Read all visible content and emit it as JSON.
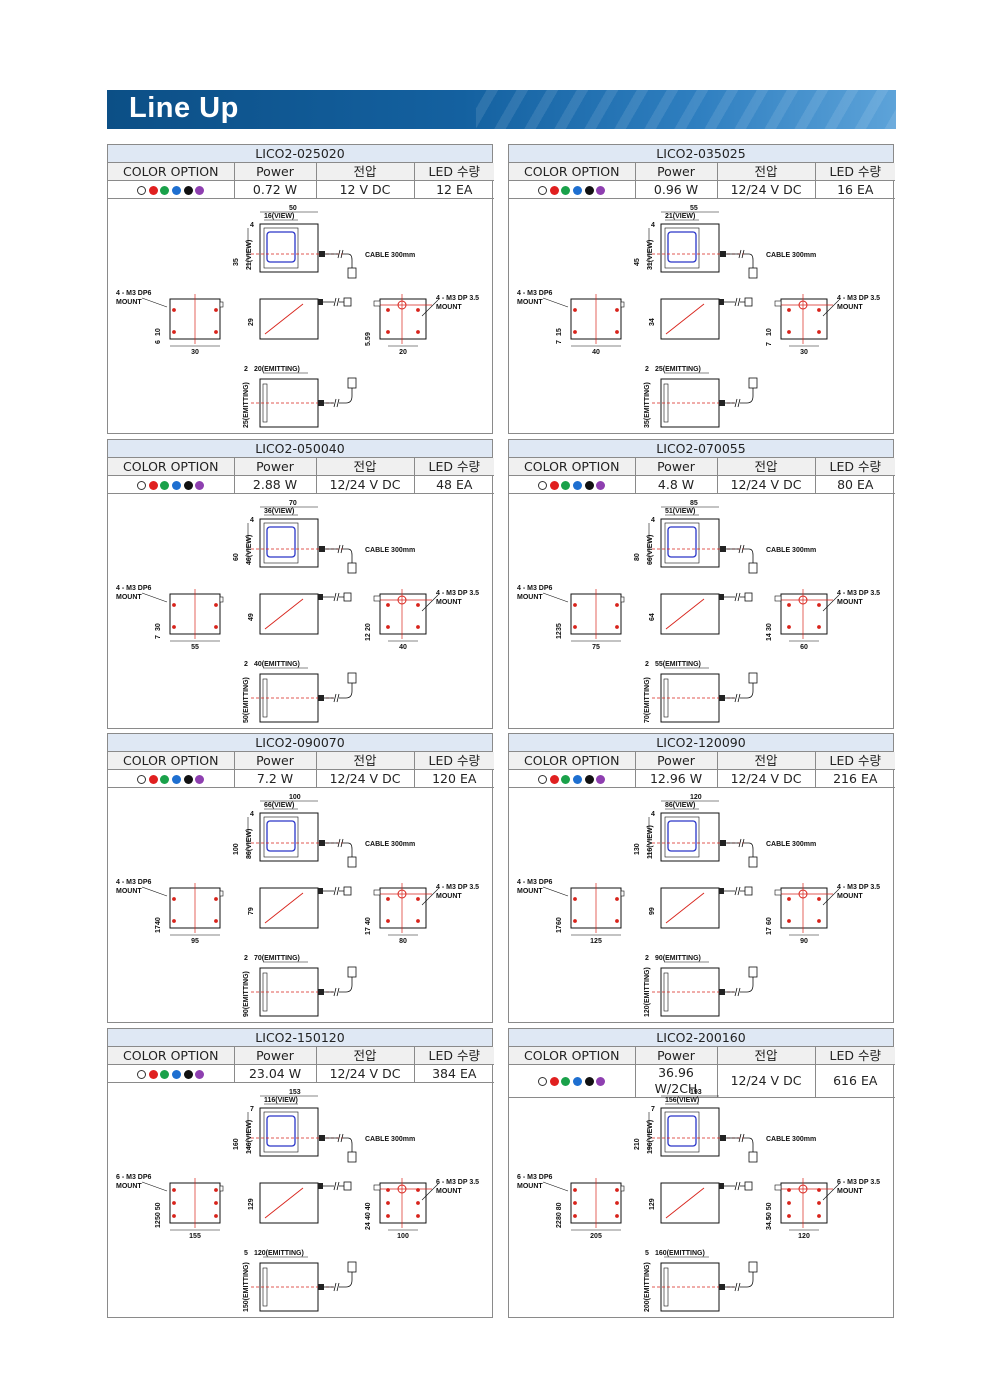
{
  "header": {
    "title": "Line Up"
  },
  "table_headers": {
    "color": "COLOR OPTION",
    "power": "Power",
    "voltage": "전압",
    "led": "LED 수량"
  },
  "drawing_labels": {
    "cable": "CABLE 300mm"
  },
  "color_options": [
    "#ffffff",
    "#e02020",
    "#1aa14a",
    "#1e6fd0",
    "#111111",
    "#8e3fb0"
  ],
  "products": [
    {
      "model": "LICO2-025020",
      "power": "0.72 W",
      "voltage": "12 V DC",
      "led": "12 EA",
      "dims": {
        "width": "50",
        "view": "16(VIEW)",
        "lip": "4",
        "h_total": "35",
        "h_view": "21(VIEW)",
        "mount_left": "4 - M3 DP6\nMOUNT",
        "mount_right": "4 - M3 DP 3.5\nMOUNT",
        "side_w": "30",
        "side_a": "10",
        "side_b": "6",
        "body_h": "29",
        "back_w": "20",
        "back_a": "9",
        "back_b": "5.5",
        "emit_w": "20(EMITTING)",
        "emit_lip": "2",
        "emit_h": "25(EMITTING)"
      }
    },
    {
      "model": "LICO2-035025",
      "power": "0.96 W",
      "voltage": "12/24 V DC",
      "led": "16 EA",
      "dims": {
        "width": "55",
        "view": "21(VIEW)",
        "lip": "4",
        "h_total": "45",
        "h_view": "31(VIEW)",
        "mount_left": "4 - M3 DP6\nMOUNT",
        "mount_right": "4 - M3 DP 3.5\nMOUNT",
        "side_w": "40",
        "side_a": "15",
        "side_b": "7",
        "body_h": "34",
        "back_w": "30",
        "back_a": "10",
        "back_b": "7",
        "emit_w": "25(EMITTING)",
        "emit_lip": "2",
        "emit_h": "35(EMITTING)"
      }
    },
    {
      "model": "LICO2-050040",
      "power": "2.88 W",
      "voltage": "12/24 V DC",
      "led": "48 EA",
      "dims": {
        "width": "70",
        "view": "36(VIEW)",
        "lip": "4",
        "h_total": "60",
        "h_view": "46(VIEW)",
        "mount_left": "4 - M3 DP6\nMOUNT",
        "mount_right": "4 - M3 DP 3.5\nMOUNT",
        "side_w": "55",
        "side_a": "30",
        "side_b": "7",
        "body_h": "49",
        "back_w": "40",
        "back_a": "20",
        "back_b": "12",
        "emit_w": "40(EMITTING)",
        "emit_lip": "2",
        "emit_h": "50(EMITTING)"
      }
    },
    {
      "model": "LICO2-070055",
      "power": "4.8 W",
      "voltage": "12/24 V DC",
      "led": "80 EA",
      "dims": {
        "width": "85",
        "view": "51(VIEW)",
        "lip": "4",
        "h_total": "80",
        "h_view": "66(VIEW)",
        "mount_left": "4 - M3 DP6\nMOUNT",
        "mount_right": "4 - M3 DP 3.5\nMOUNT",
        "side_w": "75",
        "side_a": "35",
        "side_b": "12",
        "body_h": "64",
        "back_w": "60",
        "back_a": "30",
        "back_b": "14",
        "emit_w": "55(EMITTING)",
        "emit_lip": "2",
        "emit_h": "70(EMITTING)"
      }
    },
    {
      "model": "LICO2-090070",
      "power": "7.2 W",
      "voltage": "12/24 V DC",
      "led": "120 EA",
      "dims": {
        "width": "100",
        "view": "66(VIEW)",
        "lip": "4",
        "h_total": "100",
        "h_view": "86(VIEW)",
        "mount_left": "4 - M3 DP6\nMOUNT",
        "mount_right": "4 - M3 DP 3.5\nMOUNT",
        "side_w": "95",
        "side_a": "40",
        "side_b": "17",
        "body_h": "79",
        "back_w": "80",
        "back_a": "40",
        "back_b": "17",
        "emit_w": "70(EMITTING)",
        "emit_lip": "2",
        "emit_h": "90(EMITTING)"
      }
    },
    {
      "model": "LICO2-120090",
      "power": "12.96 W",
      "voltage": "12/24 V DC",
      "led": "216 EA",
      "dims": {
        "width": "120",
        "view": "86(VIEW)",
        "lip": "4",
        "h_total": "130",
        "h_view": "116(VIEW)",
        "mount_left": "4 - M3 DP6\nMOUNT",
        "mount_right": "4 - M3 DP 3.5\nMOUNT",
        "side_w": "125",
        "side_a": "60",
        "side_b": "17",
        "body_h": "99",
        "back_w": "90",
        "back_a": "60",
        "back_b": "17",
        "emit_w": "90(EMITTING)",
        "emit_lip": "2",
        "emit_h": "120(EMITTING)"
      }
    },
    {
      "model": "LICO2-150120",
      "power": "23.04 W",
      "voltage": "12/24 V DC",
      "led": "384 EA",
      "dims": {
        "width": "153",
        "view": "116(VIEW)",
        "lip": "7",
        "h_total": "160",
        "h_view": "146(VIEW)",
        "mount_left": "6 - M3 DP6\nMOUNT",
        "mount_right": "6 - M3 DP 3.5\nMOUNT",
        "side_w": "155",
        "side_a": "50 50",
        "side_b": "12",
        "body_h": "129",
        "back_w": "100",
        "back_a": "40 40",
        "back_b": "24",
        "emit_w": "120(EMITTING)",
        "emit_lip": "5",
        "emit_h": "150(EMITTING)"
      }
    },
    {
      "model": "LICO2-200160",
      "power": "36.96 W/2CH",
      "voltage": "12/24 V DC",
      "led": "616 EA",
      "dims": {
        "width": "193",
        "view": "156(VIEW)",
        "lip": "7",
        "h_total": "210",
        "h_view": "196(VIEW)",
        "mount_left": "6 - M3 DP6\nMOUNT",
        "mount_right": "6 - M3 DP 3.5\nMOUNT",
        "side_w": "205",
        "side_a": "80 80",
        "side_b": "22",
        "body_h": "129",
        "back_w": "120",
        "back_a": "50 50",
        "back_b": "34.5",
        "emit_w": "160(EMITTING)",
        "emit_lip": "5",
        "emit_h": "200(EMITTING)"
      }
    }
  ]
}
